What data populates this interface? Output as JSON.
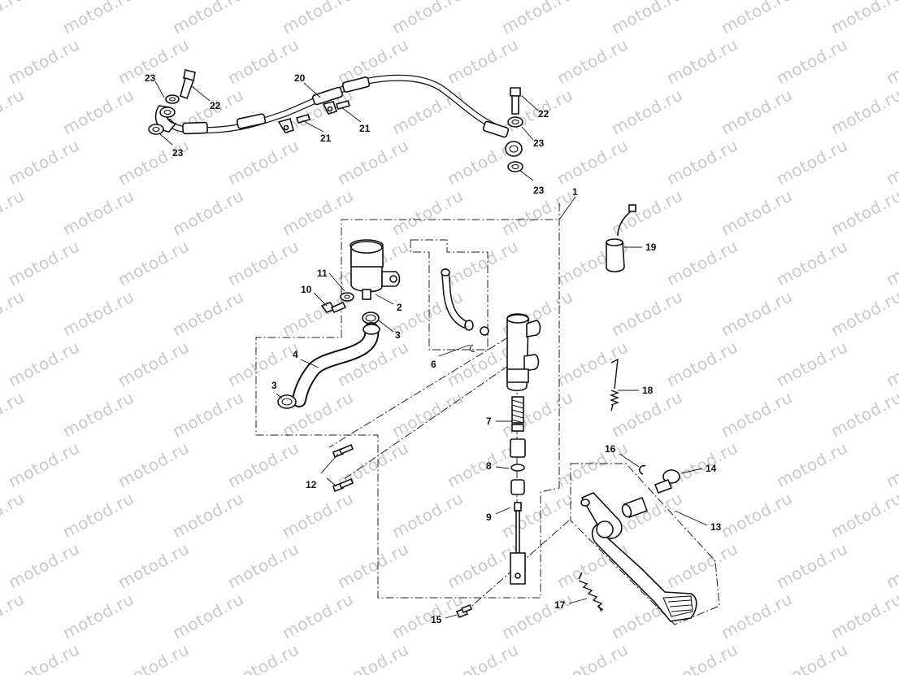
{
  "watermark": "motod.ru",
  "callouts": [
    {
      "id": "c1",
      "text": "1"
    },
    {
      "id": "c2",
      "text": "2"
    },
    {
      "id": "c3a",
      "text": "3"
    },
    {
      "id": "c3b",
      "text": "3"
    },
    {
      "id": "c4",
      "text": "4"
    },
    {
      "id": "c6",
      "text": "6"
    },
    {
      "id": "c7",
      "text": "7"
    },
    {
      "id": "c8",
      "text": "8"
    },
    {
      "id": "c9",
      "text": "9"
    },
    {
      "id": "c10",
      "text": "10"
    },
    {
      "id": "c11",
      "text": "11"
    },
    {
      "id": "c12",
      "text": "12"
    },
    {
      "id": "c13",
      "text": "13"
    },
    {
      "id": "c14",
      "text": "14"
    },
    {
      "id": "c15",
      "text": "15"
    },
    {
      "id": "c16",
      "text": "16"
    },
    {
      "id": "c17",
      "text": "17"
    },
    {
      "id": "c18",
      "text": "18"
    },
    {
      "id": "c19",
      "text": "19"
    },
    {
      "id": "c20",
      "text": "20"
    },
    {
      "id": "c21a",
      "text": "21"
    },
    {
      "id": "c21b",
      "text": "21"
    },
    {
      "id": "c22a",
      "text": "22"
    },
    {
      "id": "c22b",
      "text": "22"
    },
    {
      "id": "c23a",
      "text": "23"
    },
    {
      "id": "c23b",
      "text": "23"
    },
    {
      "id": "c23c",
      "text": "23"
    },
    {
      "id": "c23d",
      "text": "23"
    }
  ]
}
